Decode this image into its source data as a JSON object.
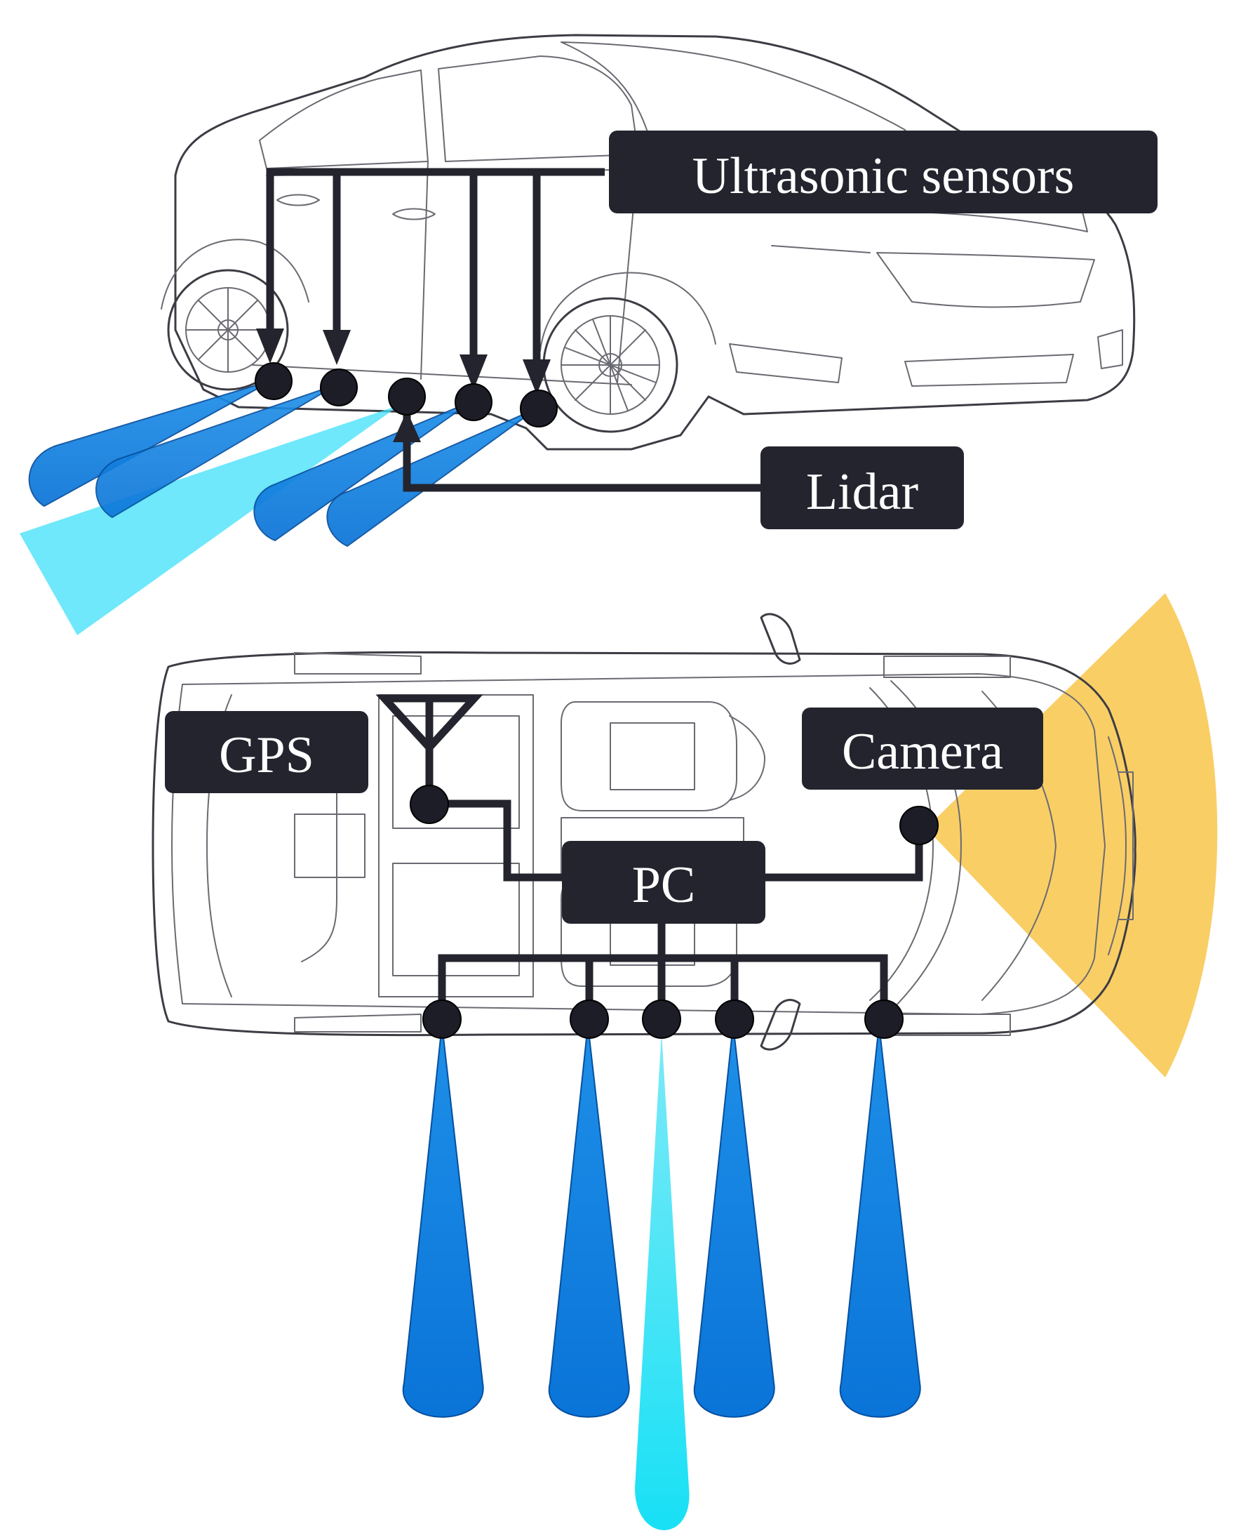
{
  "labels": {
    "ultrasonic": "Ultrasonic sensors",
    "lidar": "Lidar",
    "gps": "GPS",
    "camera": "Camera",
    "pc": "PC"
  },
  "colors": {
    "ultrasonic_beam": "#0a86e8",
    "lidar_beam": "#4fe0f8",
    "camera_fov": "#f8c64a",
    "label_background": "#24242f",
    "label_text": "#ffffff",
    "wire": "#24242e"
  },
  "icons": [
    "gps-antenna-icon"
  ]
}
